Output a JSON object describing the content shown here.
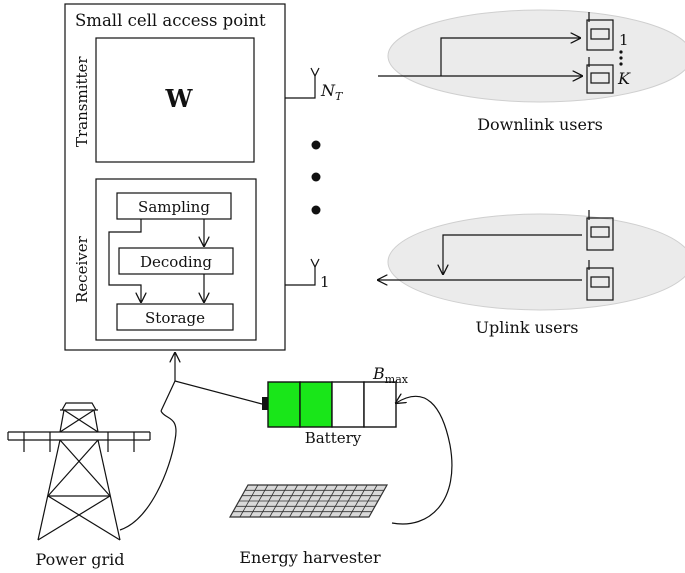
{
  "access_point": {
    "title": "Small cell access point",
    "transmitter_label": "Transmitter",
    "precoder_symbol": "W",
    "receiver_label": "Receiver",
    "receiver_blocks": [
      "Sampling",
      "Decoding",
      "Storage"
    ]
  },
  "antennas": {
    "top_label": "N",
    "top_subscript": "T",
    "bottom_label": "1"
  },
  "downlink": {
    "caption": "Downlink users",
    "first_index": "1",
    "last_index": "K"
  },
  "uplink": {
    "caption": "Uplink users"
  },
  "battery": {
    "caption": "Battery",
    "capacity_symbol": "B",
    "capacity_subscript": "max",
    "total_cells": 4,
    "charged_cells": 2,
    "charge_color": "#19e619"
  },
  "power_grid": {
    "caption": "Power grid"
  },
  "harvester": {
    "caption": "Energy harvester"
  },
  "colors": {
    "user_cluster_fill": "#ebebeb",
    "user_cluster_stroke": "#cfcfcf",
    "line": "#111111"
  }
}
